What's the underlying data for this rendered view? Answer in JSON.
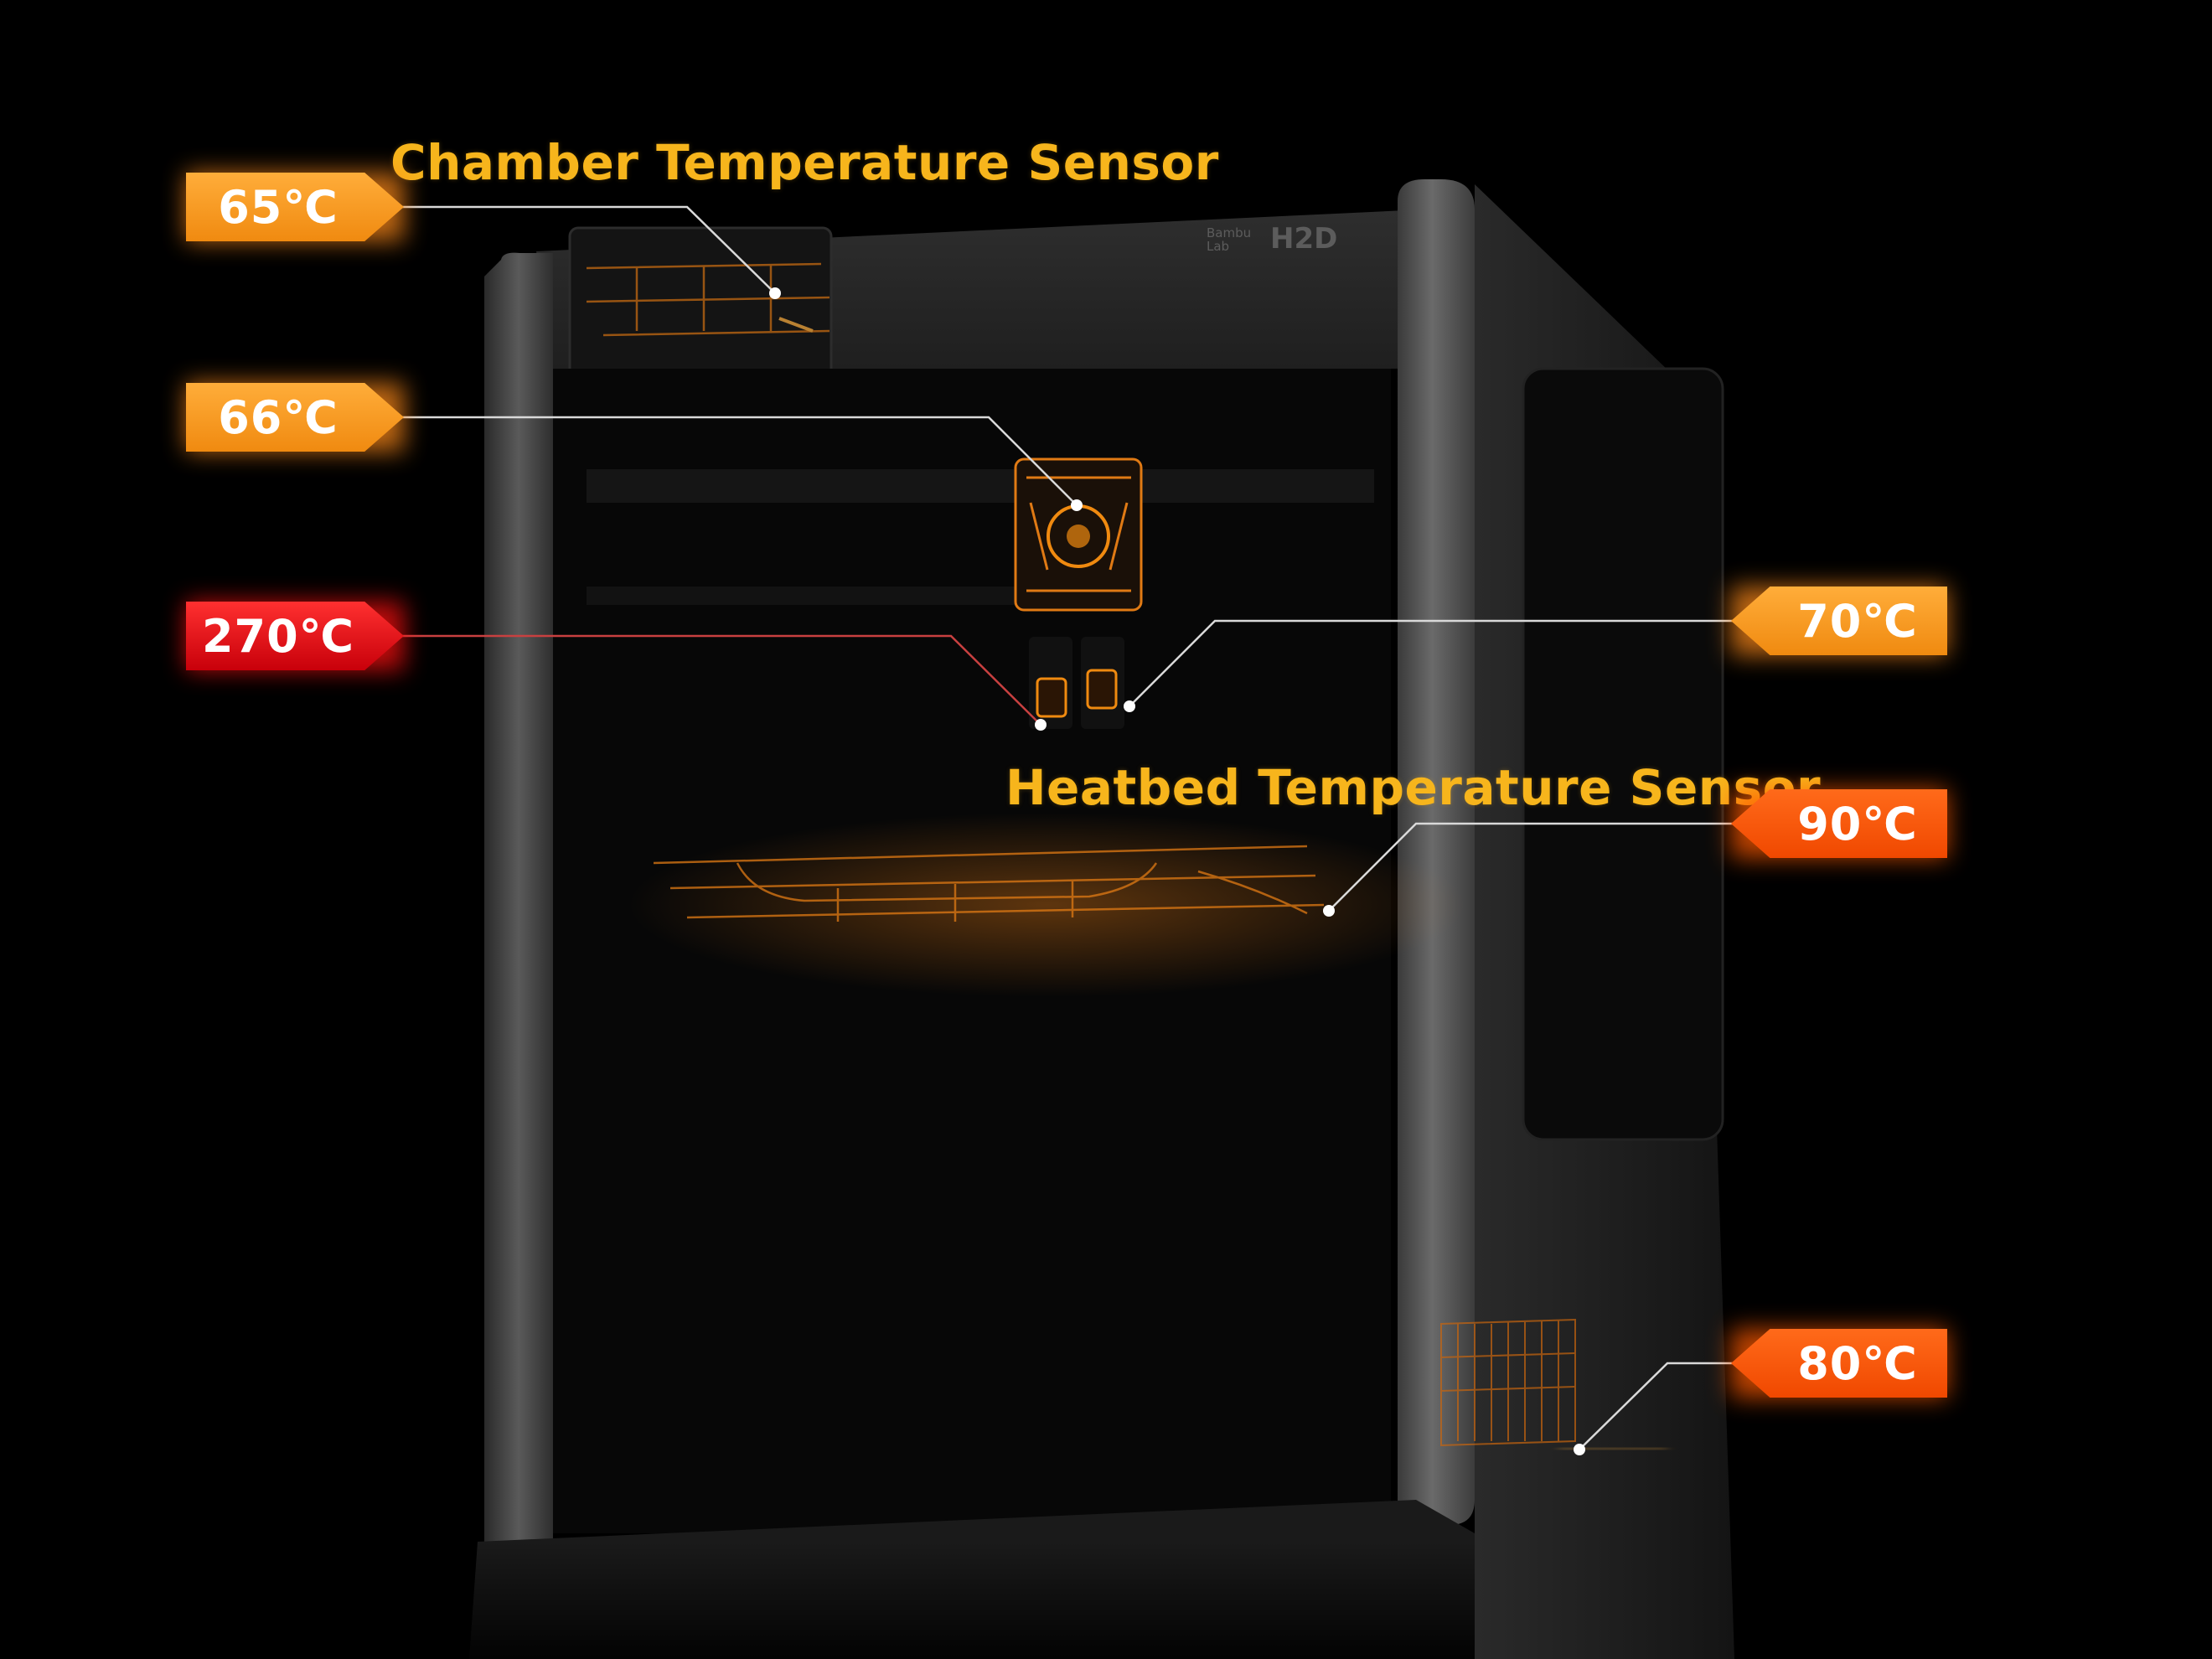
{
  "titles": {
    "chamber": "Chamber Temperature Sensor",
    "heatbed": "Heatbed Temperature Sensor"
  },
  "branding": {
    "maker_line1": "Bambu",
    "maker_line2": "Lab",
    "model": "H2D"
  },
  "temperature_tags": [
    {
      "label": "65℃",
      "color": "#f7931e"
    },
    {
      "label": "66℃",
      "color": "#f7931e"
    },
    {
      "label": "270℃",
      "color": "#e0101a"
    },
    {
      "label": "70℃",
      "color": "#f7931e"
    },
    {
      "label": "90℃",
      "color": "#f45a10"
    },
    {
      "label": "80℃",
      "color": "#f45a10"
    }
  ],
  "colors": {
    "background": "#000000",
    "title_text": "#f7b51c",
    "circuit_glow": "#ff8a1a",
    "frame": "#4a4a4a"
  }
}
